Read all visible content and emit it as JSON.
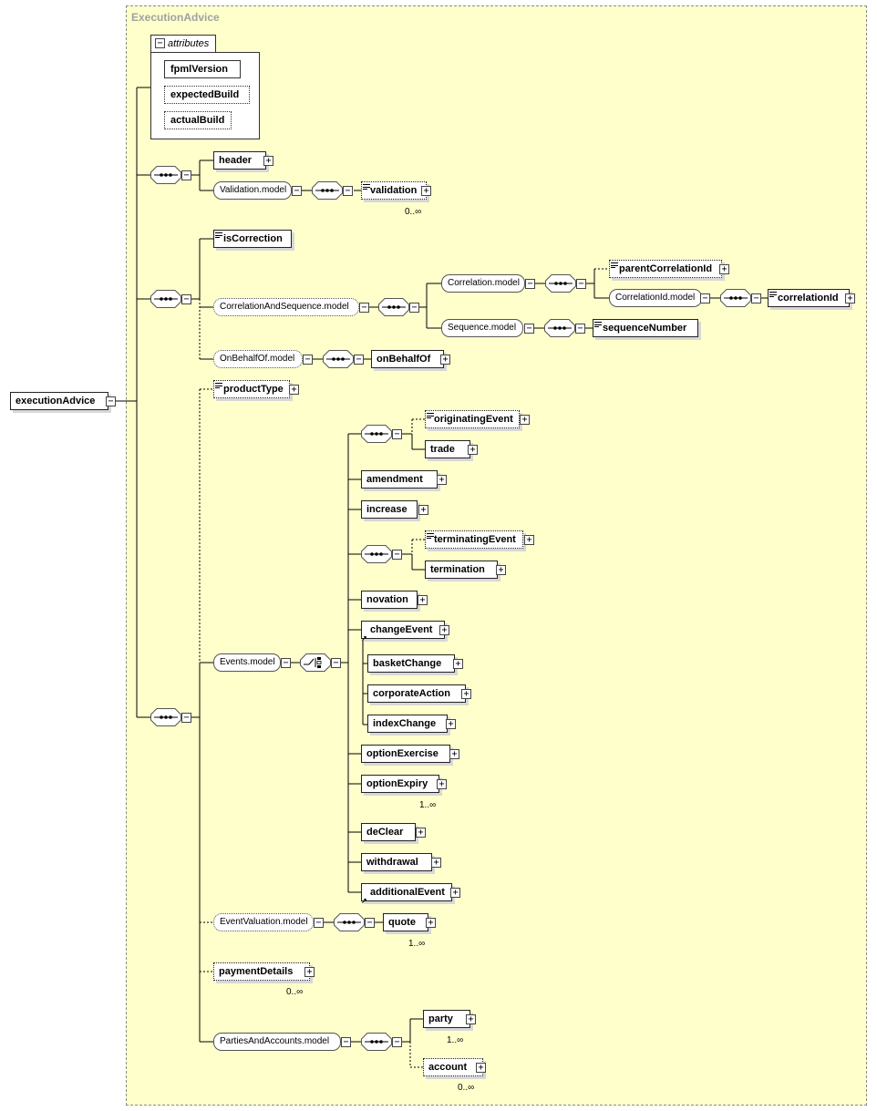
{
  "frame": {
    "title": "ExecutionAdvice"
  },
  "root": {
    "label": "executionAdvice"
  },
  "attributes": {
    "tab_label": "attributes",
    "items": [
      "fpmlVersion",
      "expectedBuild",
      "actualBuild"
    ]
  },
  "groups": {
    "validation_model": "Validation.model",
    "correlation_and_sequence_model": "CorrelationAndSequence.model",
    "correlation_model": "Correlation.model",
    "correlation_id_model": "CorrelationId.model",
    "sequence_model": "Sequence.model",
    "on_behalf_of_model": "OnBehalfOf.model",
    "events_model": "Events.model",
    "event_valuation_model": "EventValuation.model",
    "parties_and_accounts_model": "PartiesAndAccounts.model"
  },
  "elements": {
    "header": "header",
    "validation": "validation",
    "is_correction": "isCorrection",
    "parent_correlation_id": "parentCorrelationId",
    "correlation_id": "correlationId",
    "sequence_number": "sequenceNumber",
    "on_behalf_of": "onBehalfOf",
    "product_type": "productType",
    "originating_event": "originatingEvent",
    "trade": "trade",
    "amendment": "amendment",
    "increase": "increase",
    "terminating_event": "terminatingEvent",
    "termination": "termination",
    "novation": "novation",
    "change_event": "changeEvent",
    "basket_change": "basketChange",
    "corporate_action": "corporateAction",
    "index_change": "indexChange",
    "option_exercise": "optionExercise",
    "option_expiry": "optionExpiry",
    "de_clear": "deClear",
    "withdrawal": "withdrawal",
    "additional_event": "additionalEvent",
    "quote": "quote",
    "payment_details": "paymentDetails",
    "party": "party",
    "account": "account"
  },
  "cardinality": {
    "validation": "0..∞",
    "option_expiry": "1..∞",
    "quote": "1..∞",
    "payment_details": "0..∞",
    "party": "1..∞",
    "account": "0..∞"
  },
  "expander": {
    "collapsed": "+",
    "expanded": "−"
  }
}
